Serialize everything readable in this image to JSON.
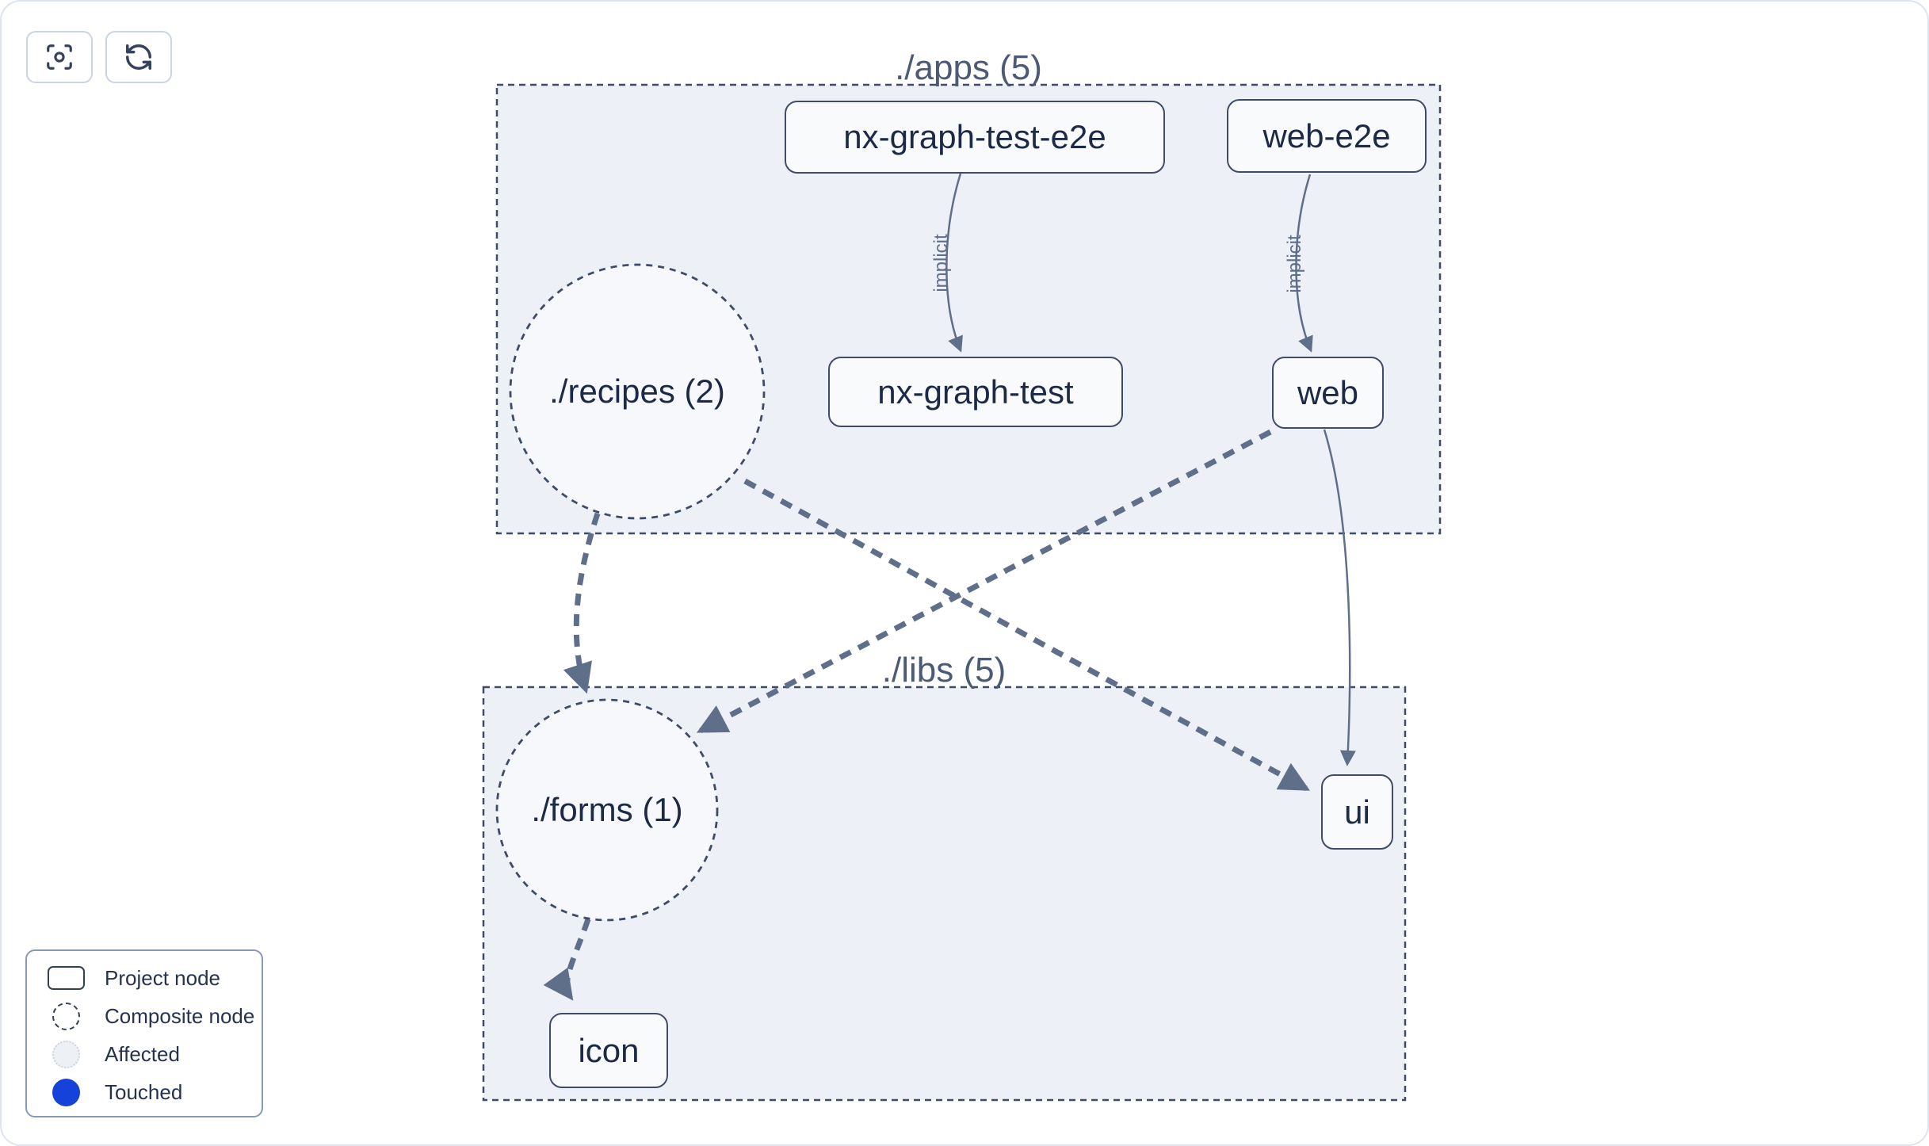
{
  "toolbar": {
    "buttons": [
      {
        "icon": "focus-icon",
        "title": ""
      },
      {
        "icon": "refresh-icon",
        "title": ""
      }
    ]
  },
  "graph": {
    "groups": [
      {
        "id": "apps",
        "label": "./apps (5)"
      },
      {
        "id": "libs",
        "label": "./libs (5)"
      }
    ],
    "nodes": [
      {
        "id": "nx-graph-test-e2e",
        "label": "nx-graph-test-e2e",
        "type": "project",
        "group": "apps"
      },
      {
        "id": "web-e2e",
        "label": "web-e2e",
        "type": "project",
        "group": "apps"
      },
      {
        "id": "recipes",
        "label": "./recipes (2)",
        "type": "composite",
        "group": "apps"
      },
      {
        "id": "nx-graph-test",
        "label": "nx-graph-test",
        "type": "project",
        "group": "apps"
      },
      {
        "id": "web",
        "label": "web",
        "type": "project",
        "group": "apps"
      },
      {
        "id": "forms",
        "label": "./forms (1)",
        "type": "composite",
        "group": "libs"
      },
      {
        "id": "ui",
        "label": "ui",
        "type": "project",
        "group": "libs"
      },
      {
        "id": "icon",
        "label": "icon",
        "type": "project",
        "group": "libs"
      }
    ],
    "edges": [
      {
        "from": "nx-graph-test-e2e",
        "to": "nx-graph-test",
        "label": "implicit",
        "style": "thin-solid"
      },
      {
        "from": "web-e2e",
        "to": "web",
        "label": "implicit",
        "style": "thin-solid"
      },
      {
        "from": "recipes",
        "to": "forms",
        "label": "",
        "style": "thick-dashed"
      },
      {
        "from": "recipes",
        "to": "ui",
        "label": "",
        "style": "thick-dashed"
      },
      {
        "from": "web",
        "to": "forms",
        "label": "",
        "style": "thick-dashed"
      },
      {
        "from": "web",
        "to": "ui",
        "label": "",
        "style": "thin-solid"
      },
      {
        "from": "forms",
        "to": "icon",
        "label": "",
        "style": "thick-dashed"
      }
    ]
  },
  "legend": {
    "items": [
      {
        "swatch": "project-node",
        "label": "Project node"
      },
      {
        "swatch": "composite-node",
        "label": "Composite node"
      },
      {
        "swatch": "affected",
        "label": "Affected"
      },
      {
        "swatch": "touched",
        "label": "Touched"
      }
    ]
  },
  "colors": {
    "touched": "#1542d9",
    "affected_fill": "#edf1f6",
    "edge": "#5f6f8a",
    "group_fill": "#edf1f7",
    "node_fill": "#f8fafc",
    "border": "#3e4c68"
  }
}
